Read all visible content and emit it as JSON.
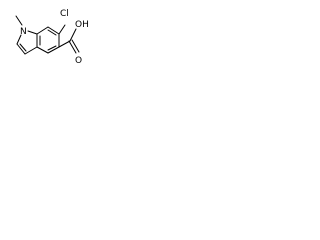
{
  "molecule": {
    "atoms": {
      "chlorine": "Cl",
      "hydroxyl": "OH",
      "carbonyl_oxygen": "O",
      "nitrogen": "N"
    },
    "colors": {
      "bond": "#000000",
      "label": "#000000",
      "background": "#ffffff"
    }
  }
}
